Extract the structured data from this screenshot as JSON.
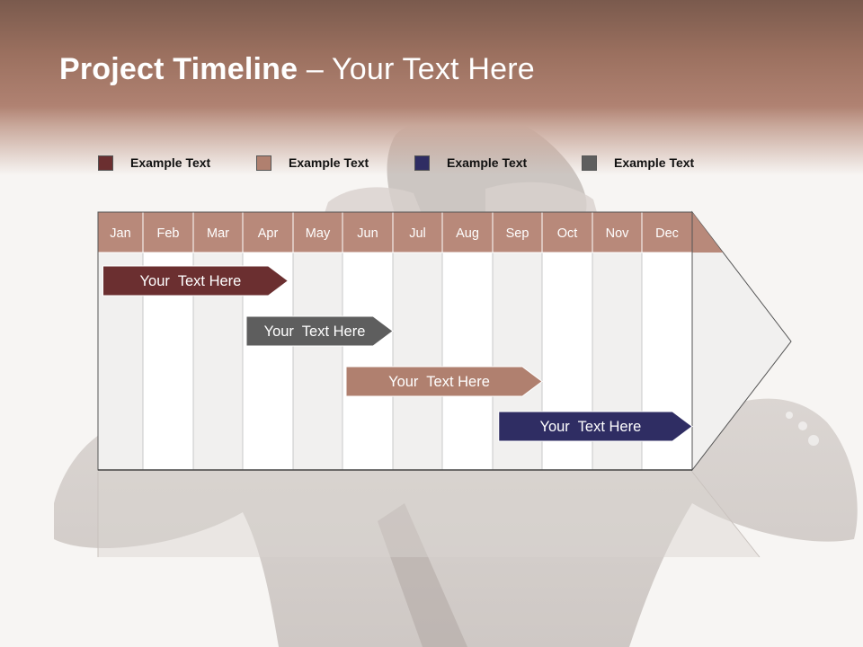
{
  "title": {
    "bold": "Project Timeline",
    "rest": " – Your Text Here"
  },
  "legend": [
    {
      "label": "Example Text",
      "color": "#6b2f30"
    },
    {
      "label": "Example Text",
      "color": "#b0806f"
    },
    {
      "label": "Example Text",
      "color": "#2f2d63"
    },
    {
      "label": "Example Text",
      "color": "#5e5e5e"
    }
  ],
  "chart_data": {
    "type": "gantt",
    "months": [
      "Jan",
      "Feb",
      "Mar",
      "Apr",
      "May",
      "Jun",
      "Jul",
      "Aug",
      "Sep",
      "Oct",
      "Nov",
      "Dec"
    ],
    "tasks": [
      {
        "label": "Your  Text Here",
        "start": 0.05,
        "end": 3.9,
        "color": "#6b2f30"
      },
      {
        "label": "Your  Text Here",
        "start": 3.0,
        "end": 6.0,
        "color": "#5e5e5e"
      },
      {
        "label": "Your  Text Here",
        "start": 5.0,
        "end": 9.0,
        "color": "#b0806f"
      },
      {
        "label": "Your  Text Here",
        "start": 8.05,
        "end": 12.0,
        "color": "#2f2d63"
      }
    ],
    "header_color": "#b8897a",
    "column_colors": [
      "#f1f0ef",
      "#ffffff"
    ]
  }
}
